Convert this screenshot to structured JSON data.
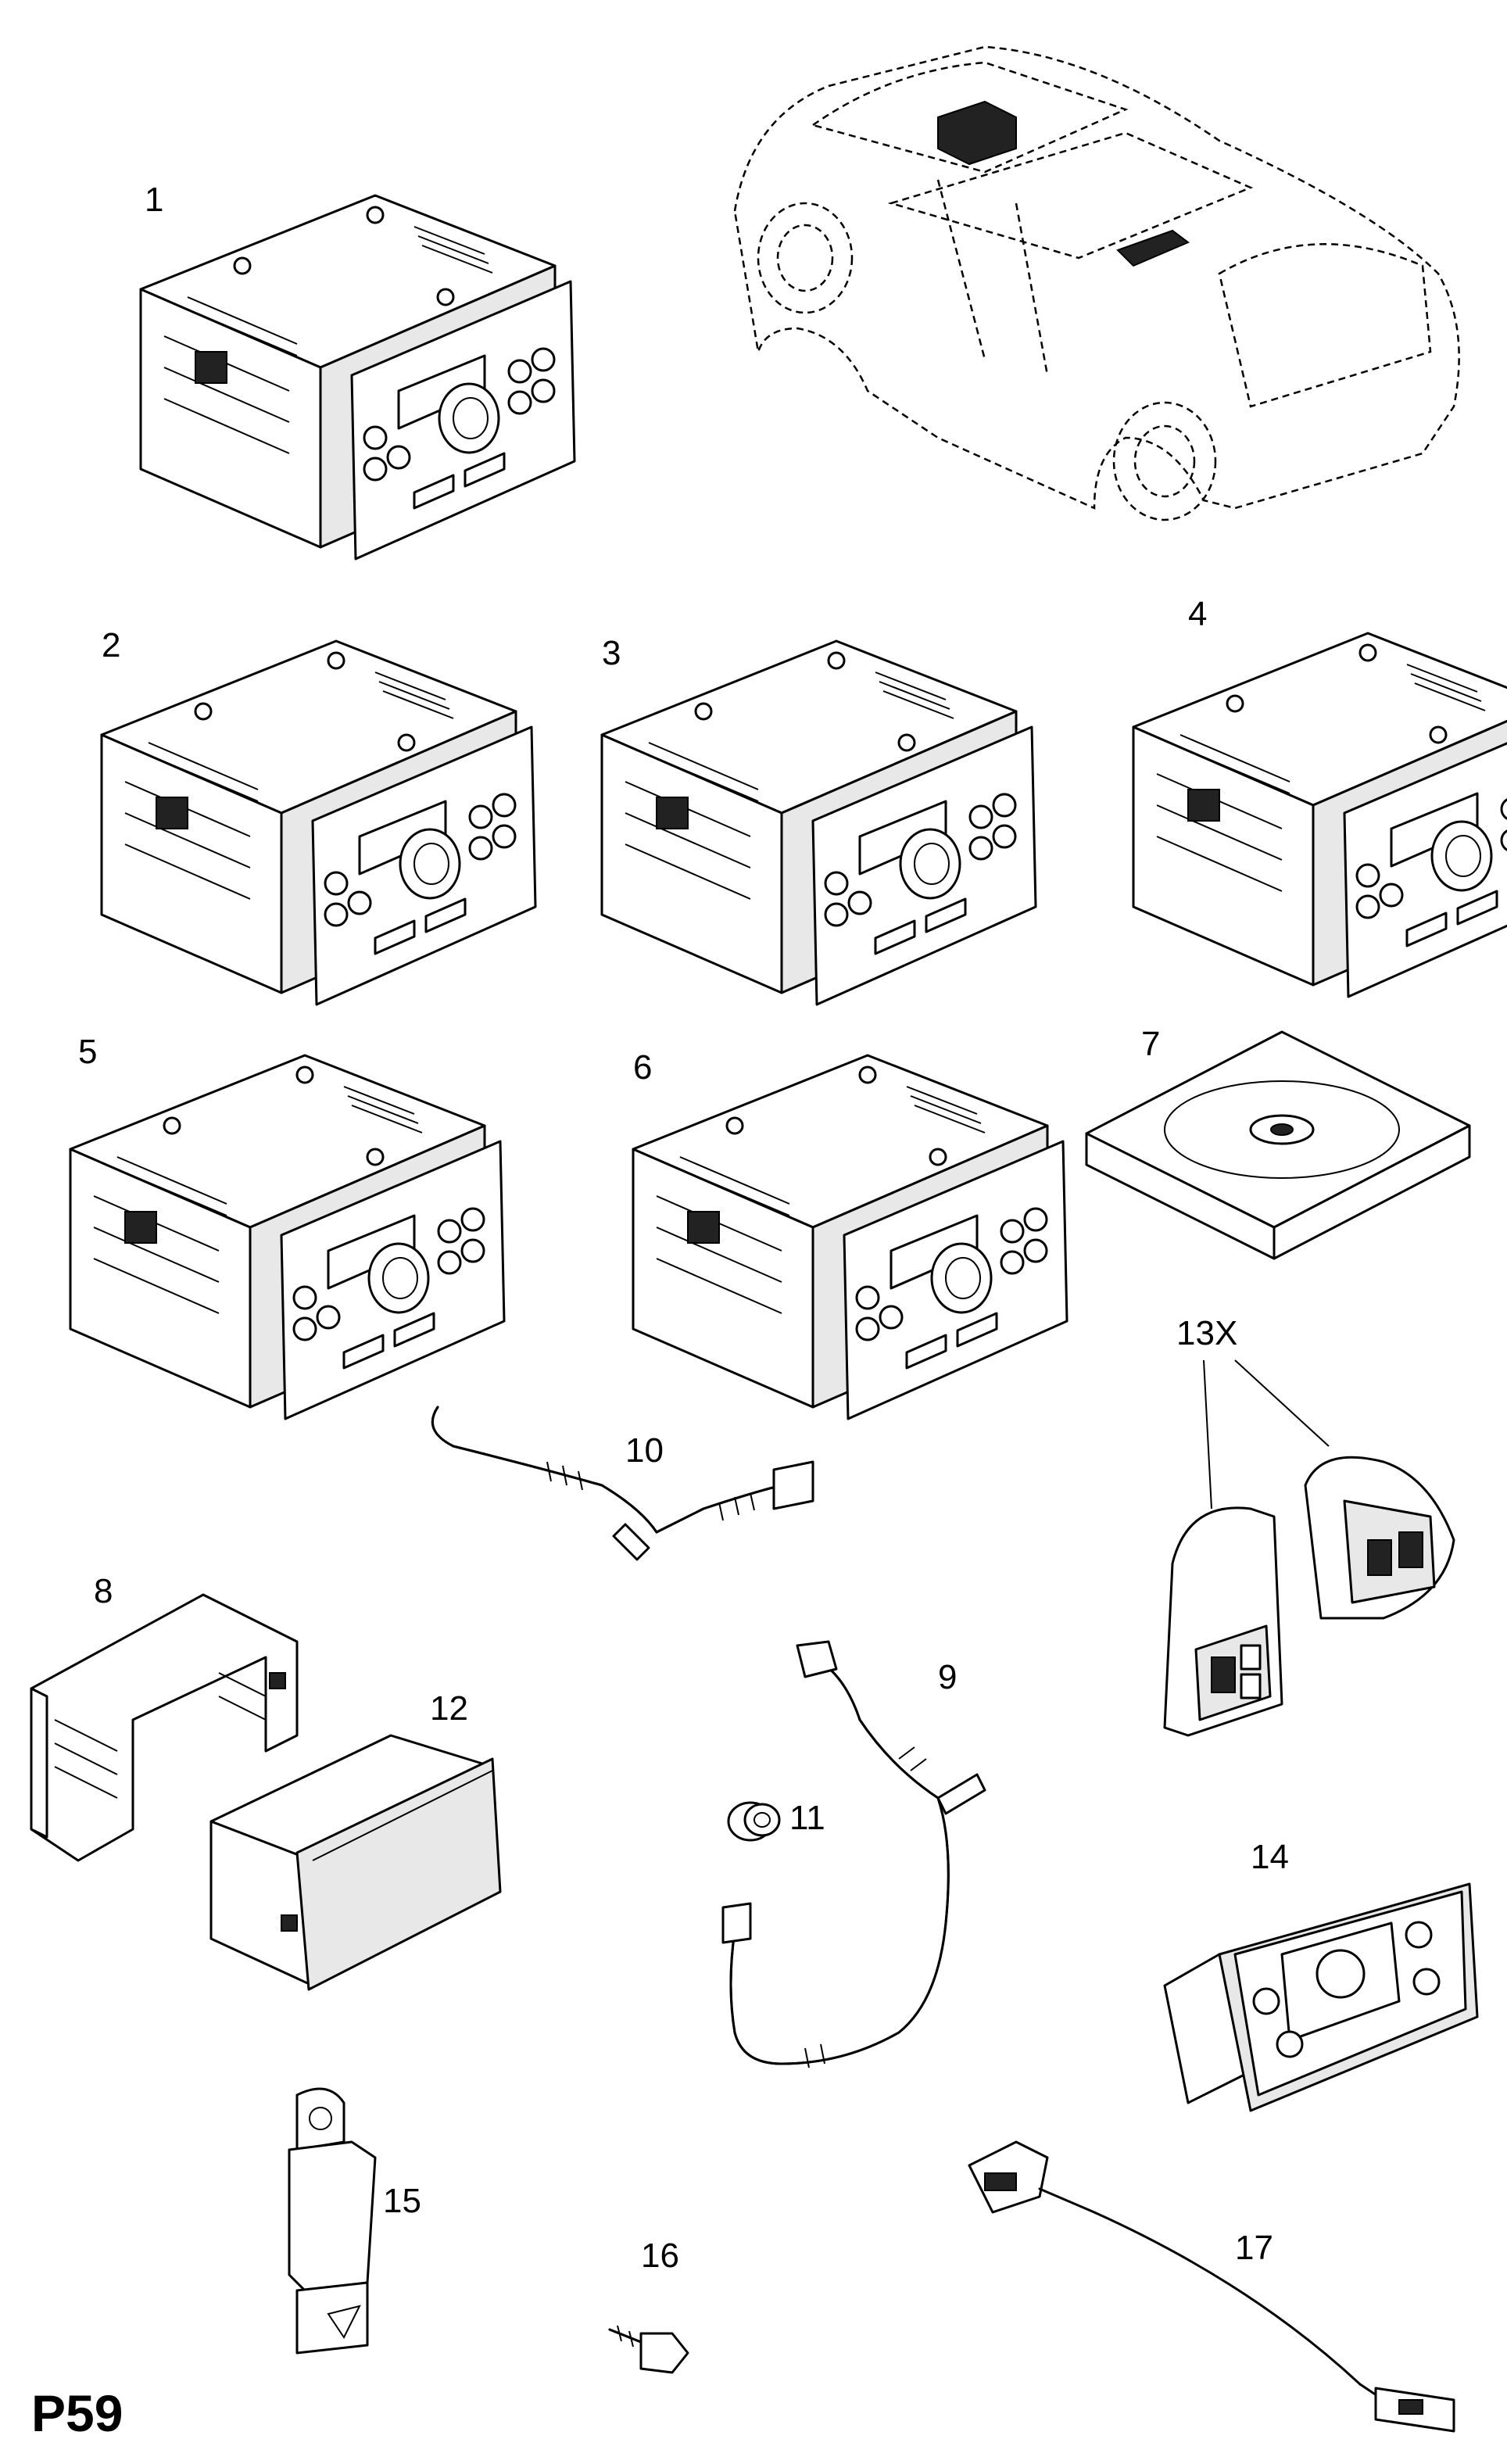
{
  "page_code": "P59",
  "callouts": {
    "c1": "1",
    "c2": "2",
    "c3": "3",
    "c4": "4",
    "c5": "5",
    "c6": "6",
    "c7": "7",
    "c8": "8",
    "c9": "9",
    "c10": "10",
    "c11": "11",
    "c12": "12",
    "c13": "13X",
    "c14": "14",
    "c15": "15",
    "c16": "16",
    "c17": "17"
  }
}
